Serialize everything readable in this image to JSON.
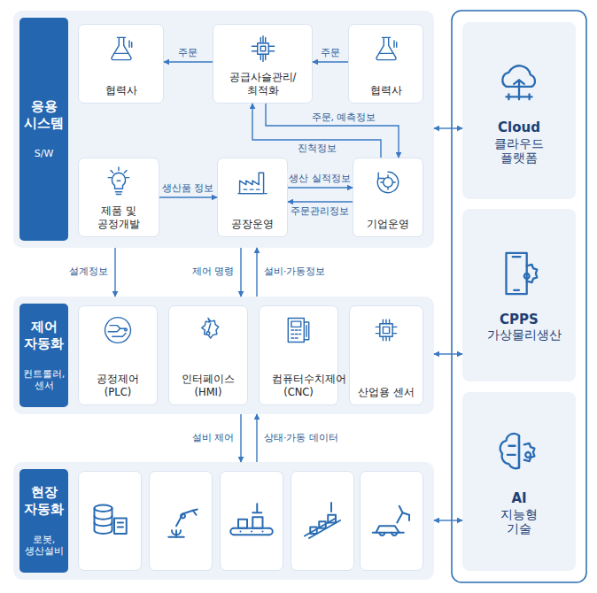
{
  "diagram": {
    "nodes": [
      {
        "text": [
          "응용 시스템",
          "S/W"
        ]
      },
      {
        "text": [
          "협력사"
        ],
        "in": 0
      },
      {
        "text": [
          "공급사슬관리/ 최적화"
        ],
        "in": 0
      },
      {
        "text": [
          "협력사"
        ],
        "in": 0
      },
      {
        "text": [
          "제품 및 공정개발"
        ],
        "in": 0
      },
      {
        "text": [
          "공장운영"
        ],
        "in": 0
      },
      {
        "text": [
          "기업운영"
        ],
        "in": 0
      },
      {
        "text": [
          "제어 자동화",
          "컨트롤러, 센서"
        ]
      },
      {
        "text": [
          "공정제어 (PLC)"
        ],
        "in": 7
      },
      {
        "text": [
          "인터페이스 (HMI)"
        ],
        "in": 7
      },
      {
        "text": [
          "컴퓨터수치제어 (CNC)"
        ],
        "in": 7
      },
      {
        "text": [
          "산업용 센서"
        ],
        "in": 7
      },
      {
        "text": [
          "현장 자동화",
          "로봇, 생산설비"
        ]
      },
      {
        "text": [
          "Cloud",
          "클라우드 플랫폼"
        ]
      },
      {
        "text": [
          "CPPS",
          "가상물리생산"
        ]
      },
      {
        "text": [
          "AI",
          "지능형 기술"
        ]
      }
    ],
    "edges": [
      {
        "from": 2,
        "to": 1,
        "arrow": "to",
        "label": "주문"
      },
      {
        "from": 3,
        "to": 2,
        "arrow": "to",
        "label": "주문"
      },
      {
        "from": 2,
        "to": 6,
        "arrow": "to",
        "label": "주문, 예측정보"
      },
      {
        "from": 6,
        "to": 2,
        "arrow": "to",
        "label": "진척정보"
      },
      {
        "from": 4,
        "to": 5,
        "arrow": "to",
        "label": "생산품 정보"
      },
      {
        "from": 5,
        "to": 6,
        "arrow": "to",
        "label": "생산 실적정보"
      },
      {
        "from": 6,
        "to": 5,
        "arrow": "to",
        "label": "주문관리정보"
      },
      {
        "from": 0,
        "to": 7,
        "arrow": "to",
        "label": "설계정보"
      },
      {
        "from": 0,
        "to": 7,
        "arrow": "to",
        "label": "제어 명령"
      },
      {
        "from": 7,
        "to": 0,
        "arrow": "to",
        "label": "설비·가동정보"
      },
      {
        "from": 7,
        "to": 12,
        "arrow": "to",
        "label": "설비 제어"
      },
      {
        "from": 12,
        "to": 7,
        "arrow": "to",
        "label": "상태·가동 데이터"
      },
      {
        "from": 0,
        "to": 13,
        "arrow": "both"
      },
      {
        "from": 7,
        "to": 14,
        "arrow": "both"
      },
      {
        "from": 12,
        "to": 15,
        "arrow": "both"
      }
    ]
  }
}
